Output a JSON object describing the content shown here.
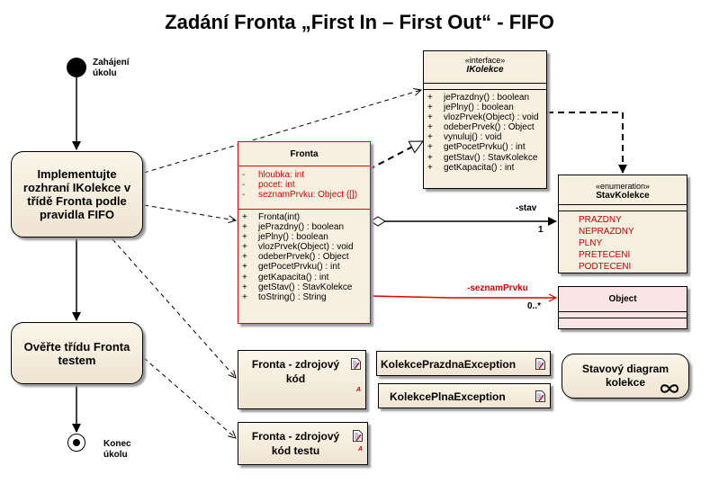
{
  "title": "Zadání Fronta  „First In – First Out“ - FIFO",
  "start_label": "Zahájení\núkolu",
  "end_label": "Konec\núkolu",
  "activities": {
    "implement": "Implementujte rozhraní IKolekce v třídě Fronta podle pravidla FIFO",
    "test": "Ověřte třídu Fronta testem"
  },
  "interface_box": {
    "stereotype": "«interface»",
    "name": "IKolekce",
    "operations": [
      {
        "vis": "+",
        "text": "jePrazdny() : boolean"
      },
      {
        "vis": "+",
        "text": "jePlny() : boolean"
      },
      {
        "vis": "+",
        "text": "vlozPrvek(Object) : void"
      },
      {
        "vis": "+",
        "text": "odeberPrvek() : Object"
      },
      {
        "vis": "+",
        "text": "vynuluj() : void"
      },
      {
        "vis": "+",
        "text": "getPocetPrvku() : int"
      },
      {
        "vis": "+",
        "text": "getStav() : StavKolekce"
      },
      {
        "vis": "+",
        "text": "getKapacita() : int"
      }
    ]
  },
  "class_box": {
    "name": "Fronta",
    "attributes": [
      {
        "vis": "-",
        "text": "hloubka:  int"
      },
      {
        "vis": "-",
        "text": "pocet:  int"
      },
      {
        "vis": "-",
        "text": "seznamPrvku:  Object ([])"
      }
    ],
    "operations": [
      {
        "vis": "+",
        "text": "Fronta(int)"
      },
      {
        "vis": "+",
        "text": "jePrazdny() : boolean"
      },
      {
        "vis": "+",
        "text": "jePlny() : boolean"
      },
      {
        "vis": "+",
        "text": "vlozPrvek(Object) : void"
      },
      {
        "vis": "+",
        "text": "odeberPrvek() : Object"
      },
      {
        "vis": "+",
        "text": "getPocetPrvku() : int"
      },
      {
        "vis": "+",
        "text": "getKapacita() : int"
      },
      {
        "vis": "+",
        "text": "getStav() : StavKolekce"
      },
      {
        "vis": "+",
        "text": "toString() : String"
      }
    ]
  },
  "enum_box": {
    "stereotype": "«enumeration»",
    "name": "StavKolekce",
    "literals": [
      "PRAZDNY",
      "NEPRAZDNY",
      "PLNY",
      "PRETECENI",
      "PODTECENI"
    ]
  },
  "object_box": {
    "name": "Object"
  },
  "associations": {
    "stav_role": "-stav",
    "stav_mult": "1",
    "seznam_role": "-seznamPrvku",
    "seznam_mult": "0..*"
  },
  "artifacts": {
    "source": "Fronta - zdrojový kód",
    "test_source": "Fronta - zdrojový kód testu",
    "empty_exc": "KolekcePrazdnaException",
    "full_exc": "KolekcePlnaException"
  },
  "state_diagram": "Stavový diagram kolekce",
  "colors": {
    "accent_red": "#e00000",
    "box_fill": "#f7efe0",
    "object_fill": "#fbe4e4"
  }
}
